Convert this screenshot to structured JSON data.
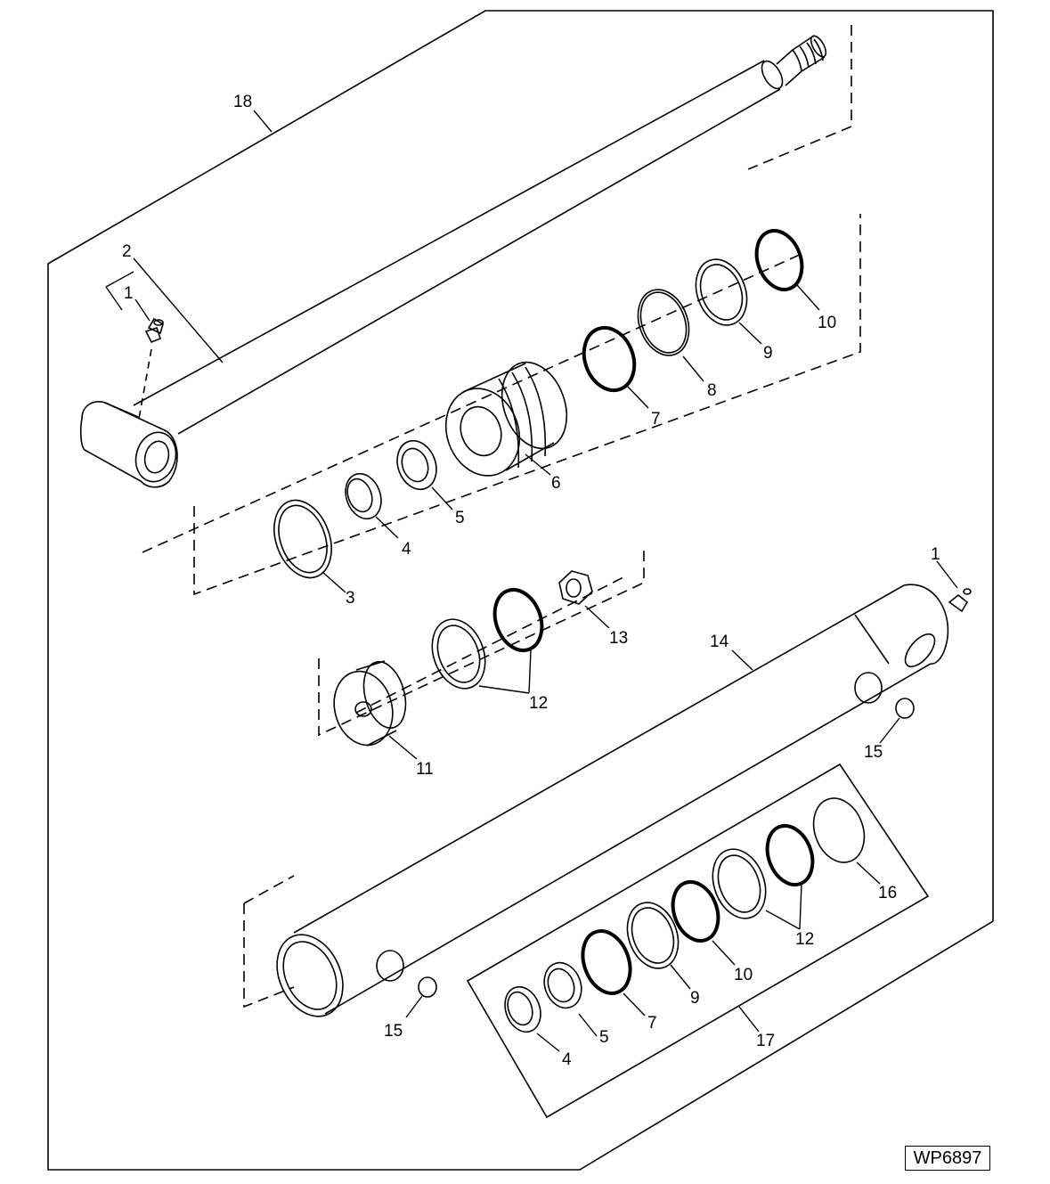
{
  "figure_code": "WP6897",
  "callouts": {
    "rod_assembly": "18",
    "rod": "2",
    "fitting_rod": "1",
    "fitting_barrel": "1",
    "snap_ring": "3",
    "wiper_top": "4",
    "rod_seal_top": "5",
    "piston": "6",
    "oring_7_top": "7",
    "wear_ring": "8",
    "backup_9_top": "9",
    "oring_10_top": "10",
    "gland": "11",
    "seal_pair_top": "12",
    "nut": "13",
    "barrel": "14",
    "oring_15_right": "15",
    "oring_15_left": "15",
    "retaining_ring": "16",
    "seal_kit": "17",
    "wiper_kit": "4",
    "rod_seal_kit": "5",
    "oring_7_kit": "7",
    "backup_9_kit": "9",
    "oring_10_kit": "10",
    "seal_pair_kit": "12"
  }
}
